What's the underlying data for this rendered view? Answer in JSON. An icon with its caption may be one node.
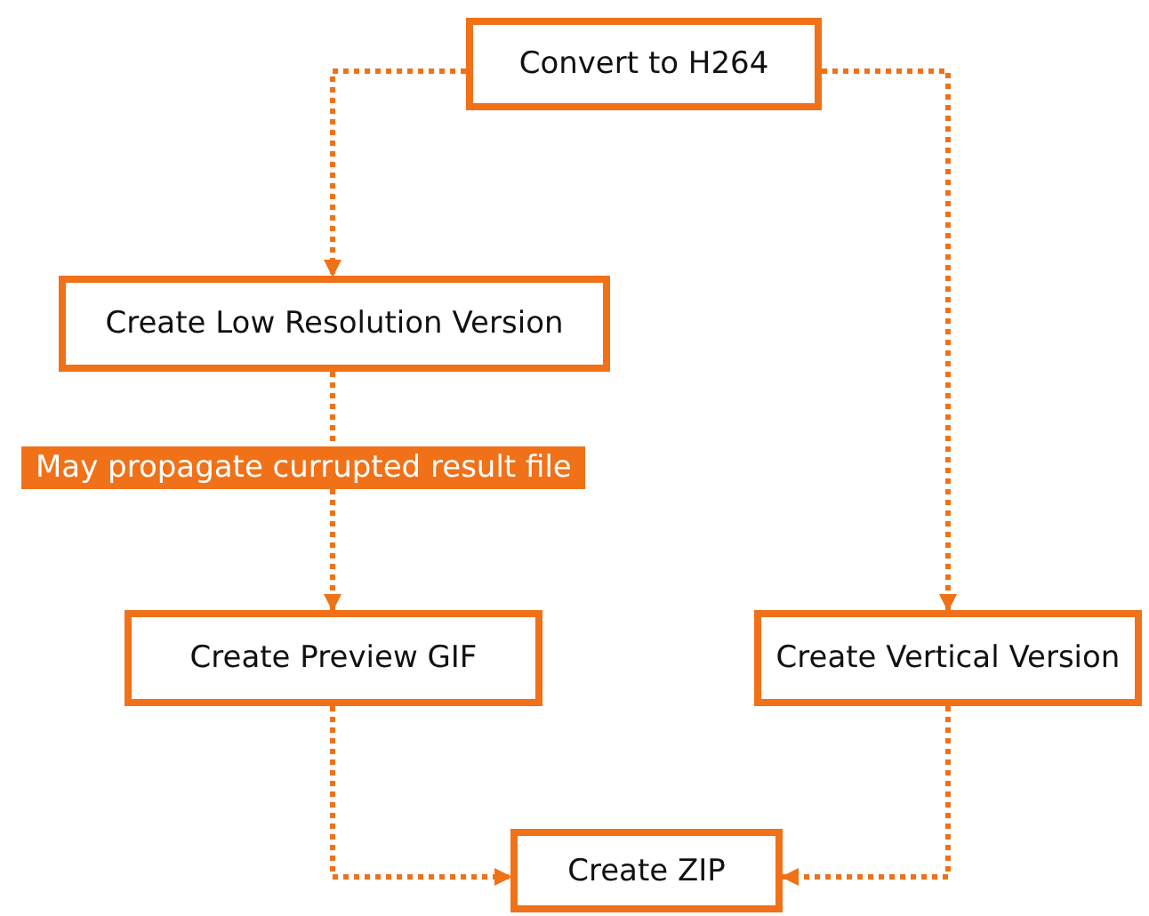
{
  "diagram": {
    "nodes": [
      {
        "text": [
          "Convert to H264"
        ]
      },
      {
        "text": [
          "Create Low Resolution Version"
        ]
      },
      {
        "text": [
          "Create Preview GIF"
        ]
      },
      {
        "text": [
          "Create Vertical Version"
        ]
      },
      {
        "text": [
          "Create ZIP"
        ]
      }
    ],
    "edges": [
      {
        "from": 0,
        "to": 1,
        "arrow": "to",
        "style": "dashed"
      },
      {
        "from": 0,
        "to": 3,
        "arrow": "to",
        "style": "dashed"
      },
      {
        "from": 1,
        "to": 2,
        "arrow": "to",
        "style": "dashed",
        "label": "May propagate currupted result file"
      },
      {
        "from": 2,
        "to": 4,
        "arrow": "to",
        "style": "dashed"
      },
      {
        "from": 3,
        "to": 4,
        "arrow": "to",
        "style": "dashed"
      }
    ]
  }
}
